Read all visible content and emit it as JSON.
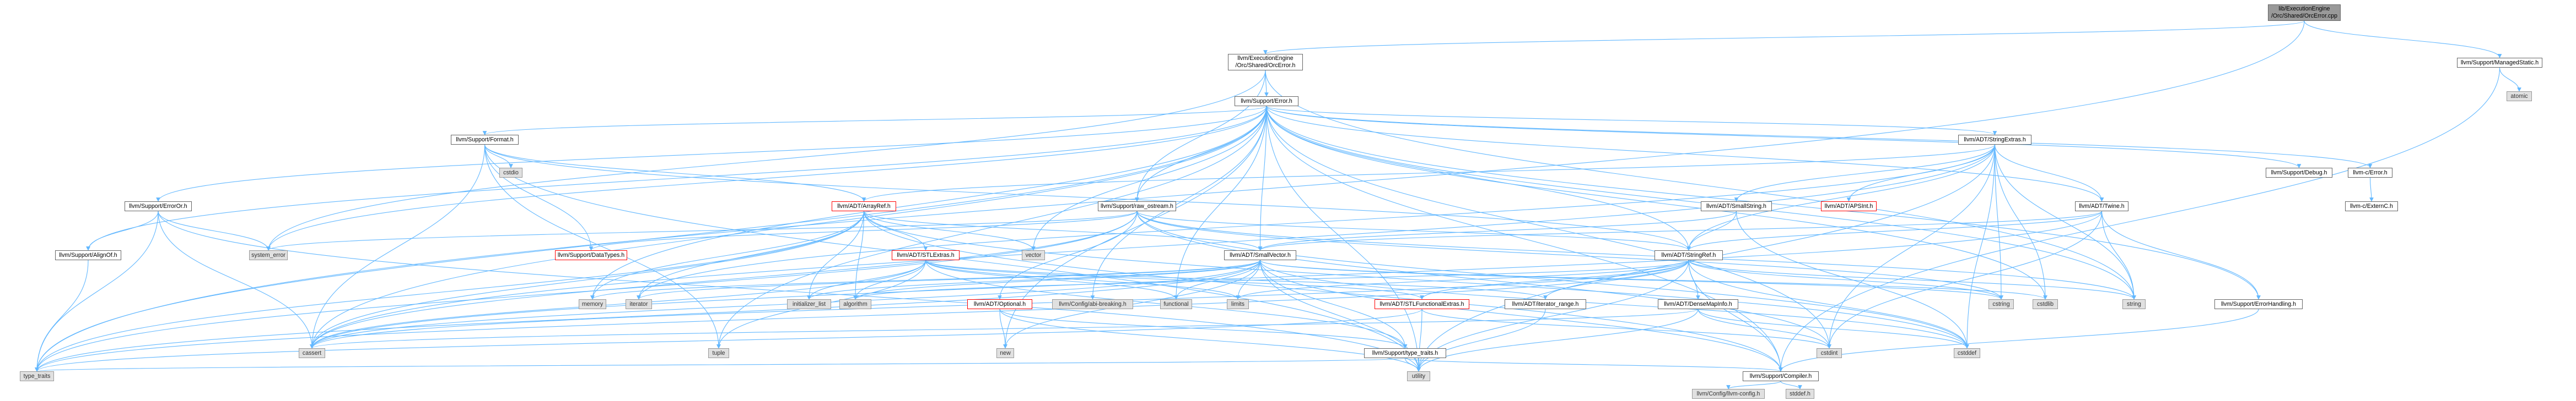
{
  "colors": {
    "edge": "#63b8ff",
    "edge_gray": "#a0a0a0",
    "node_border": "#666666",
    "red_border": "#ff0000",
    "gray_fill": "#e0e0e0",
    "root_fill": "#999999"
  },
  "nodes": {
    "root": {
      "label": "lib/ExecutionEngine\n/Orc/Shared/OrcError.cpp",
      "kind": "root"
    },
    "orcerror_h": {
      "label": "llvm/ExecutionEngine\n/Orc/Shared/OrcError.h",
      "kind": "doc"
    },
    "managedstatic": {
      "label": "llvm/Support/ManagedStatic.h",
      "kind": "doc"
    },
    "atomic": {
      "label": "atomic",
      "kind": "sys"
    },
    "error_h": {
      "label": "llvm/Support/Error.h",
      "kind": "doc"
    },
    "format_h": {
      "label": "llvm/Support/Format.h",
      "kind": "doc"
    },
    "cstdio": {
      "label": "cstdio",
      "kind": "sys"
    },
    "stringextras": {
      "label": "llvm/ADT/StringExtras.h",
      "kind": "doc"
    },
    "debug_h": {
      "label": "llvm/Support/Debug.h",
      "kind": "doc"
    },
    "llvmc_error": {
      "label": "llvm-c/Error.h",
      "kind": "doc"
    },
    "llvmc_externc": {
      "label": "llvm-c/ExternC.h",
      "kind": "doc"
    },
    "erroror": {
      "label": "llvm/Support/ErrorOr.h",
      "kind": "doc"
    },
    "alignof": {
      "label": "llvm/Support/AlignOf.h",
      "kind": "doc"
    },
    "system_error": {
      "label": "system_error",
      "kind": "sys"
    },
    "arrayref": {
      "label": "llvm/ADT/ArrayRef.h",
      "kind": "red"
    },
    "raw_ostream": {
      "label": "llvm/Support/raw_ostream.h",
      "kind": "doc"
    },
    "smallstring": {
      "label": "llvm/ADT/SmallString.h",
      "kind": "doc"
    },
    "apsint": {
      "label": "llvm/ADT/APSInt.h",
      "kind": "red"
    },
    "twine": {
      "label": "llvm/ADT/Twine.h",
      "kind": "doc"
    },
    "datatypes": {
      "label": "llvm/Support/DataTypes.h",
      "kind": "red"
    },
    "vector": {
      "label": "vector",
      "kind": "sys"
    },
    "stlextras": {
      "label": "llvm/ADT/STLExtras.h",
      "kind": "red"
    },
    "smallvector": {
      "label": "llvm/ADT/SmallVector.h",
      "kind": "doc"
    },
    "stringref": {
      "label": "llvm/ADT/StringRef.h",
      "kind": "doc"
    },
    "errorhandling": {
      "label": "llvm/Support/ErrorHandling.h",
      "kind": "doc"
    },
    "memory": {
      "label": "memory",
      "kind": "sys"
    },
    "iterator": {
      "label": "iterator",
      "kind": "sys"
    },
    "initializer_list": {
      "label": "initializer_list",
      "kind": "sys"
    },
    "algorithm": {
      "label": "algorithm",
      "kind": "sys"
    },
    "optional_h": {
      "label": "llvm/ADT/Optional.h",
      "kind": "red"
    },
    "abibreaking": {
      "label": "llvm/Config/abi-breaking.h",
      "kind": "sys"
    },
    "functional": {
      "label": "functional",
      "kind": "sys"
    },
    "limits": {
      "label": "limits",
      "kind": "sys"
    },
    "stlfunctional": {
      "label": "llvm/ADT/STLFunctionalExtras.h",
      "kind": "red"
    },
    "iterator_range": {
      "label": "llvm/ADT/iterator_range.h",
      "kind": "doc"
    },
    "densemapinfo": {
      "label": "llvm/ADT/DenseMapInfo.h",
      "kind": "doc"
    },
    "cstring": {
      "label": "cstring",
      "kind": "sys"
    },
    "cstdlib": {
      "label": "cstdlib",
      "kind": "sys"
    },
    "string": {
      "label": "string",
      "kind": "sys"
    },
    "cassert": {
      "label": "cassert",
      "kind": "sys"
    },
    "new": {
      "label": "new",
      "kind": "sys"
    },
    "tuple": {
      "label": "tuple",
      "kind": "sys"
    },
    "type_traits_h": {
      "label": "llvm/Support/type_traits.h",
      "kind": "doc"
    },
    "cstdint": {
      "label": "cstdint",
      "kind": "sys"
    },
    "cstddef": {
      "label": "cstddef",
      "kind": "sys"
    },
    "type_traits": {
      "label": "type_traits",
      "kind": "sys"
    },
    "utility": {
      "label": "utility",
      "kind": "sys"
    },
    "compiler": {
      "label": "llvm/Support/Compiler.h",
      "kind": "doc"
    },
    "llvm_config": {
      "label": "llvm/Config/llvm-config.h",
      "kind": "sys"
    },
    "stddef": {
      "label": "stddef.h",
      "kind": "sys"
    }
  },
  "edges": [
    [
      "root",
      "orcerror_h"
    ],
    [
      "root",
      "managedstatic"
    ],
    [
      "root",
      "type_traits"
    ],
    [
      "managedstatic",
      "atomic"
    ],
    [
      "managedstatic",
      "compiler"
    ],
    [
      "orcerror_h",
      "error_h"
    ],
    [
      "orcerror_h",
      "raw_ostream"
    ],
    [
      "orcerror_h",
      "string"
    ],
    [
      "orcerror_h",
      "system_error"
    ],
    [
      "error_h",
      "format_h"
    ],
    [
      "error_h",
      "stringextras"
    ],
    [
      "error_h",
      "debug_h"
    ],
    [
      "error_h",
      "llvmc_error"
    ],
    [
      "error_h",
      "erroror"
    ],
    [
      "error_h",
      "alignof"
    ],
    [
      "error_h",
      "system_error"
    ],
    [
      "error_h",
      "raw_ostream"
    ],
    [
      "error_h",
      "twine"
    ],
    [
      "error_h",
      "smallvector"
    ],
    [
      "error_h",
      "stringref"
    ],
    [
      "error_h",
      "errorhandling"
    ],
    [
      "error_h",
      "abibreaking"
    ],
    [
      "error_h",
      "functional"
    ],
    [
      "error_h",
      "memory"
    ],
    [
      "error_h",
      "cassert"
    ],
    [
      "error_h",
      "tuple"
    ],
    [
      "error_h",
      "type_traits"
    ],
    [
      "error_h",
      "utility"
    ],
    [
      "error_h",
      "compiler"
    ],
    [
      "error_h",
      "cstdint"
    ],
    [
      "error_h",
      "cstdlib"
    ],
    [
      "error_h",
      "string"
    ],
    [
      "error_h",
      "vector"
    ],
    [
      "error_h",
      "new"
    ],
    [
      "llvmc_error",
      "llvmc_externc"
    ],
    [
      "format_h",
      "cstdio"
    ],
    [
      "format_h",
      "arrayref"
    ],
    [
      "format_h",
      "stringref"
    ],
    [
      "format_h",
      "datatypes"
    ],
    [
      "format_h",
      "cassert"
    ],
    [
      "format_h",
      "tuple"
    ],
    [
      "format_h",
      "utility"
    ],
    [
      "erroror",
      "alignof"
    ],
    [
      "erroror",
      "system_error"
    ],
    [
      "erroror",
      "cassert"
    ],
    [
      "erroror",
      "type_traits"
    ],
    [
      "erroror",
      "utility"
    ],
    [
      "alignof",
      "type_traits"
    ],
    [
      "stringextras",
      "apsint"
    ],
    [
      "stringextras",
      "arrayref"
    ],
    [
      "stringextras",
      "smallstring"
    ],
    [
      "stringextras",
      "stringref"
    ],
    [
      "stringextras",
      "twine"
    ],
    [
      "stringextras",
      "cassert"
    ],
    [
      "stringextras",
      "cstddef"
    ],
    [
      "stringextras",
      "cstdint"
    ],
    [
      "stringextras",
      "cstdlib"
    ],
    [
      "stringextras",
      "cstring"
    ],
    [
      "stringextras",
      "iterator"
    ],
    [
      "stringextras",
      "string"
    ],
    [
      "stringextras",
      "utility"
    ],
    [
      "smallstring",
      "smallvector"
    ],
    [
      "smallstring",
      "stringref"
    ],
    [
      "smallstring",
      "cstddef"
    ],
    [
      "twine",
      "smallvector"
    ],
    [
      "twine",
      "stringref"
    ],
    [
      "twine",
      "errorhandling"
    ],
    [
      "twine",
      "cassert"
    ],
    [
      "twine",
      "cstdint"
    ],
    [
      "twine",
      "string"
    ],
    [
      "arrayref",
      "smallvector"
    ],
    [
      "arrayref",
      "stlextras"
    ],
    [
      "arrayref",
      "compiler"
    ],
    [
      "arrayref",
      "algorithm"
    ],
    [
      "arrayref",
      "array"
    ],
    [
      "arrayref",
      "cassert"
    ],
    [
      "arrayref",
      "cstddef"
    ],
    [
      "arrayref",
      "initializer_list"
    ],
    [
      "arrayref",
      "iterator"
    ],
    [
      "arrayref",
      "memory"
    ],
    [
      "arrayref",
      "type_traits"
    ],
    [
      "arrayref",
      "vector"
    ],
    [
      "raw_ostream",
      "stringref"
    ],
    [
      "raw_ostream",
      "datatypes"
    ],
    [
      "raw_ostream",
      "cassert"
    ],
    [
      "raw_ostream",
      "cstddef"
    ],
    [
      "raw_ostream",
      "cstdint"
    ],
    [
      "raw_ostream",
      "cstring"
    ],
    [
      "raw_ostream",
      "optional_h"
    ],
    [
      "raw_ostream",
      "string"
    ],
    [
      "raw_ostream",
      "system_error"
    ],
    [
      "raw_ostream",
      "type_traits"
    ],
    [
      "stlextras",
      "stlfunctional"
    ],
    [
      "stlextras",
      "iterator_range"
    ],
    [
      "stlextras",
      "algorithm"
    ],
    [
      "stlextras",
      "functional"
    ],
    [
      "stlextras",
      "cassert"
    ],
    [
      "stlextras",
      "tuple"
    ],
    [
      "stlextras",
      "type_traits_h"
    ],
    [
      "stlextras",
      "limits"
    ],
    [
      "stlextras",
      "initializer_list"
    ],
    [
      "smallvector",
      "compiler"
    ],
    [
      "smallvector",
      "type_traits_h"
    ],
    [
      "smallvector",
      "algorithm"
    ],
    [
      "smallvector",
      "cassert"
    ],
    [
      "smallvector",
      "cstddef"
    ],
    [
      "smallvector",
      "cstdlib"
    ],
    [
      "smallvector",
      "cstring"
    ],
    [
      "smallvector",
      "functional"
    ],
    [
      "smallvector",
      "initializer_list"
    ],
    [
      "smallvector",
      "iterator"
    ],
    [
      "smallvector",
      "limits"
    ],
    [
      "smallvector",
      "memory"
    ],
    [
      "smallvector",
      "new"
    ],
    [
      "smallvector",
      "type_traits"
    ],
    [
      "smallvector",
      "utility"
    ],
    [
      "stringref",
      "stlfunctional"
    ],
    [
      "stringref",
      "iterator_range"
    ],
    [
      "stringref",
      "compiler"
    ],
    [
      "stringref",
      "algorithm"
    ],
    [
      "stringref",
      "cassert"
    ],
    [
      "stringref",
      "cstddef"
    ],
    [
      "stringref",
      "cstring"
    ],
    [
      "stringref",
      "limits"
    ],
    [
      "stringref",
      "string"
    ],
    [
      "stringref",
      "type_traits"
    ],
    [
      "stringref",
      "utility"
    ],
    [
      "stringref",
      "densemapinfo"
    ],
    [
      "optional_h",
      "new"
    ],
    [
      "optional_h",
      "utility"
    ],
    [
      "optional_h",
      "type_traits_h"
    ],
    [
      "stlfunctional",
      "type_traits"
    ],
    [
      "stlfunctional",
      "utility"
    ],
    [
      "stlfunctional",
      "cstdint"
    ],
    [
      "iterator_range",
      "utility"
    ],
    [
      "densemapinfo",
      "cassert"
    ],
    [
      "densemapinfo",
      "cstddef"
    ],
    [
      "densemapinfo",
      "cstdint"
    ],
    [
      "densemapinfo",
      "utility"
    ],
    [
      "type_traits_h",
      "compiler"
    ],
    [
      "type_traits_h",
      "type_traits"
    ],
    [
      "type_traits_h",
      "utility"
    ],
    [
      "errorhandling",
      "compiler"
    ],
    [
      "compiler",
      "llvm_config"
    ],
    [
      "compiler",
      "stddef"
    ]
  ]
}
